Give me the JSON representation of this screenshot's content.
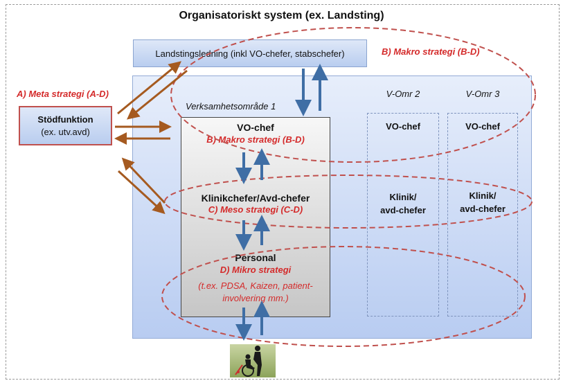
{
  "title": "Organisatoriskt system (ex. Landsting)",
  "top_box": "Landstingsledning  (inkl VO-chefer, stabschefer)",
  "makro_top": "B) Makro strategi (B-D)",
  "meta": "A) Meta strategi (A-D)",
  "stod": {
    "title": "Stödfunktion",
    "sub": "(ex. utv.avd)"
  },
  "vo1": {
    "area_label": "Verksamhetsområde 1",
    "vo_chef": "VO-chef",
    "makro": "B) Makro strategi (B-D)",
    "klinik": "Klinikchefer/Avd-chefer",
    "meso": "C) Meso strategi (C-D)",
    "personal": "Personal",
    "mikro": "D) Mikro strategi",
    "mikro_desc_1": "(t.ex. PDSA, Kaizen, patient-",
    "mikro_desc_2": "involvering mm.)"
  },
  "vomr2": {
    "label": "V-Omr 2",
    "vo_chef": "VO-chef",
    "klinik_1": "Klinik/",
    "klinik_2": "avd-chefer"
  },
  "vomr3": {
    "label": "V-Omr 3",
    "vo_chef": "VO-chef",
    "klinik_1": "Klinik/",
    "klinik_2": "avd-chefer"
  },
  "colors": {
    "blue_arrow": "#3f6ea5",
    "brown_arrow": "#a55a20",
    "red": "#d42a2a",
    "dashed_ellipse": "#c0504d"
  }
}
